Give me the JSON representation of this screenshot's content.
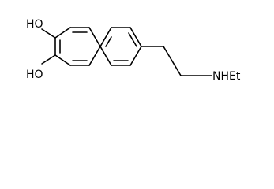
{
  "molecule": {
    "labels": {
      "top_hydroxyl": "HO",
      "bottom_hydroxyl": "HO",
      "amine_group": "NHEt"
    }
  }
}
